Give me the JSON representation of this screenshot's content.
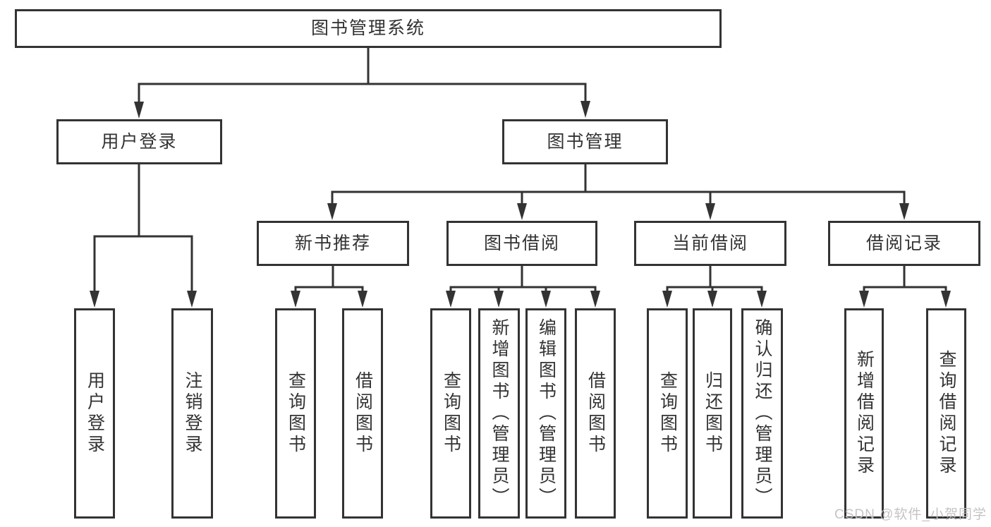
{
  "diagram": {
    "type": "hierarchy-tree",
    "colors": {
      "line": "#333333",
      "box_border": "#333333",
      "box_fill": "#ffffff",
      "text": "#333333",
      "background": "#ffffff",
      "watermark": "#c1c1c1"
    },
    "tree": {
      "label": "图书管理系统",
      "children": [
        {
          "label": "用户登录",
          "children": [
            {
              "label": "用户登录"
            },
            {
              "label": "注销登录"
            }
          ]
        },
        {
          "label": "图书管理",
          "children": [
            {
              "label": "新书推荐",
              "children": [
                {
                  "label": "查询图书"
                },
                {
                  "label": "借阅图书"
                }
              ]
            },
            {
              "label": "图书借阅",
              "children": [
                {
                  "label": "查询图书"
                },
                {
                  "label": "新增图书（管理员）"
                },
                {
                  "label": "编辑图书（管理员）"
                },
                {
                  "label": "借阅图书"
                }
              ]
            },
            {
              "label": "当前借阅",
              "children": [
                {
                  "label": "查询图书"
                },
                {
                  "label": "归还图书"
                },
                {
                  "label": "确认归还（管理员）"
                }
              ]
            },
            {
              "label": "借阅记录",
              "children": [
                {
                  "label": "新增借阅记录"
                },
                {
                  "label": "查询借阅记录"
                }
              ]
            }
          ]
        }
      ]
    },
    "watermark": {
      "text": "CSDN @软件_小贺同学"
    }
  }
}
